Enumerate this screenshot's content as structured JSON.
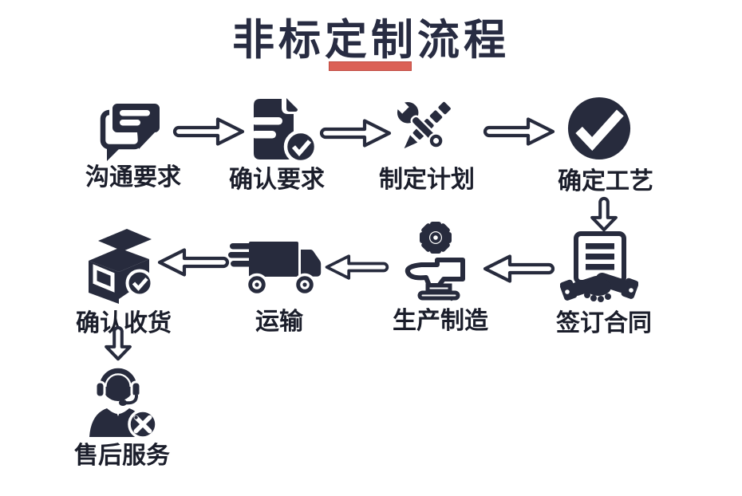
{
  "title": "非标定制流程",
  "colors": {
    "ink": "#272b3d",
    "underline": "#db6156",
    "background": "#ffffff"
  },
  "steps": [
    {
      "label": "沟通要求",
      "icon": "chat-bubbles-icon"
    },
    {
      "label": "确认要求",
      "icon": "document-check-icon"
    },
    {
      "label": "制定计划",
      "icon": "wrench-pencil-icon"
    },
    {
      "label": "确定工艺",
      "icon": "check-circle-icon"
    },
    {
      "label": "签订合同",
      "icon": "contract-handshake-icon"
    },
    {
      "label": "生产制造",
      "icon": "forging-machine-icon"
    },
    {
      "label": "运输",
      "icon": "delivery-truck-icon"
    },
    {
      "label": "确认收货",
      "icon": "package-check-icon"
    },
    {
      "label": "售后服务",
      "icon": "customer-service-icon"
    }
  ],
  "flow": [
    {
      "from": "沟通要求",
      "to": "确认要求",
      "direction": "right"
    },
    {
      "from": "确认要求",
      "to": "制定计划",
      "direction": "right"
    },
    {
      "from": "制定计划",
      "to": "确定工艺",
      "direction": "right"
    },
    {
      "from": "确定工艺",
      "to": "签订合同",
      "direction": "down"
    },
    {
      "from": "签订合同",
      "to": "生产制造",
      "direction": "left"
    },
    {
      "from": "生产制造",
      "to": "运输",
      "direction": "left"
    },
    {
      "from": "运输",
      "to": "确认收货",
      "direction": "left"
    },
    {
      "from": "确认收货",
      "to": "售后服务",
      "direction": "down"
    }
  ]
}
